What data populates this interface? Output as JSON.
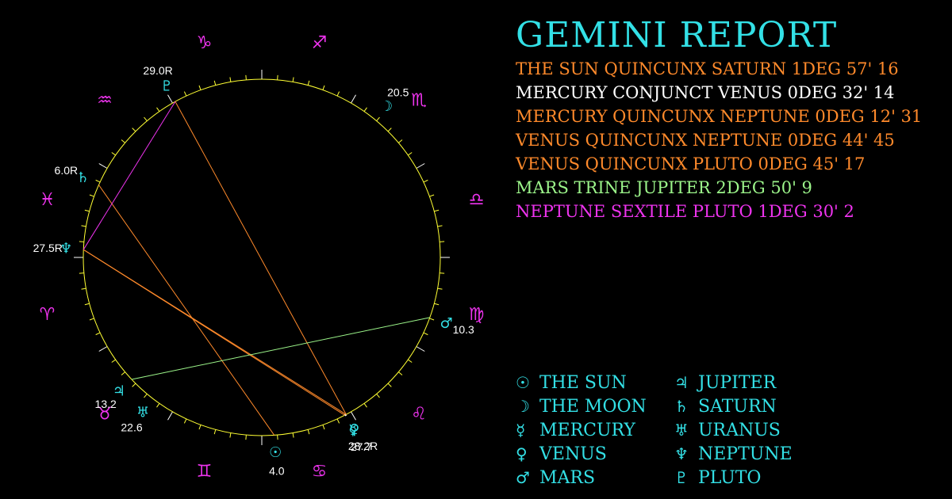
{
  "report": {
    "title": "GEMINI REPORT",
    "aspects": [
      {
        "text": "THE SUN QUINCUNX SATURN 1DEG 57' 16",
        "color": "#ff8a2b"
      },
      {
        "text": "MERCURY CONJUNCT VENUS 0DEG 32' 14",
        "color": "#ffffff"
      },
      {
        "text": "MERCURY QUINCUNX NEPTUNE 0DEG 12' 31",
        "color": "#ff8a2b"
      },
      {
        "text": "VENUS QUINCUNX NEPTUNE 0DEG 44' 45",
        "color": "#ff8a2b"
      },
      {
        "text": "VENUS QUINCUNX PLUTO 0DEG 45' 17",
        "color": "#ff8a2b"
      },
      {
        "text": "MARS TRINE JUPITER 2DEG 50' 9",
        "color": "#9cf58a"
      },
      {
        "text": "NEPTUNE SEXTILE PLUTO 1DEG 30' 2",
        "color": "#ee33ee"
      }
    ]
  },
  "legend": {
    "left": [
      {
        "glyph": "☉",
        "name": "THE SUN",
        "icon": "sun-icon"
      },
      {
        "glyph": "☽",
        "name": "THE MOON",
        "icon": "moon-icon"
      },
      {
        "glyph": "☿",
        "name": "MERCURY",
        "icon": "mercury-icon"
      },
      {
        "glyph": "♀",
        "name": "VENUS",
        "icon": "venus-icon"
      },
      {
        "glyph": "♂",
        "name": "MARS",
        "icon": "mars-icon"
      }
    ],
    "right": [
      {
        "glyph": "♃",
        "name": "JUPITER",
        "icon": "jupiter-icon"
      },
      {
        "glyph": "♄",
        "name": "SATURN",
        "icon": "saturn-icon"
      },
      {
        "glyph": "♅",
        "name": "URANUS",
        "icon": "uranus-icon"
      },
      {
        "glyph": "♆",
        "name": "NEPTUNE",
        "icon": "neptune-icon"
      },
      {
        "glyph": "♇",
        "name": "PLUTO",
        "icon": "pluto-icon"
      }
    ]
  },
  "wheel": {
    "colors": {
      "circle": "#ffff33",
      "sign": "#ee33ee",
      "planet": "#33e0e6",
      "label": "#ffffff"
    },
    "ascendant_longitude": 0,
    "signs": [
      {
        "name": "aries",
        "glyph": "♈"
      },
      {
        "name": "taurus",
        "glyph": "♉"
      },
      {
        "name": "gemini",
        "glyph": "♊"
      },
      {
        "name": "cancer",
        "glyph": "♋"
      },
      {
        "name": "leo",
        "glyph": "♌"
      },
      {
        "name": "virgo",
        "glyph": "♍"
      },
      {
        "name": "libra",
        "glyph": "♎"
      },
      {
        "name": "scorpio",
        "glyph": "♏"
      },
      {
        "name": "sagittarius",
        "glyph": "♐"
      },
      {
        "name": "capricorn",
        "glyph": "♑"
      },
      {
        "name": "aquarius",
        "glyph": "♒"
      },
      {
        "name": "pisces",
        "glyph": "♓"
      }
    ],
    "planets": [
      {
        "id": "sun",
        "glyph": "☉",
        "longitude": 94.0,
        "label": "4.0"
      },
      {
        "id": "moon",
        "glyph": "☽",
        "longitude": 230.5,
        "label": "20.5"
      },
      {
        "id": "mercury",
        "glyph": "☿",
        "longitude": 117.7,
        "label": "27.7"
      },
      {
        "id": "venus",
        "glyph": "♀",
        "longitude": 118.2,
        "label": "28.2R"
      },
      {
        "id": "mars",
        "glyph": "♂",
        "longitude": 160.3,
        "label": "10.3"
      },
      {
        "id": "jupiter",
        "glyph": "♃",
        "longitude": 43.2,
        "label": "13.2"
      },
      {
        "id": "saturn",
        "glyph": "♄",
        "longitude": 336.0,
        "label": "6.0R"
      },
      {
        "id": "uranus",
        "glyph": "♅",
        "longitude": 52.6,
        "label": "22.6"
      },
      {
        "id": "neptune",
        "glyph": "♆",
        "longitude": 357.5,
        "label": "27.5R"
      },
      {
        "id": "pluto",
        "glyph": "♇",
        "longitude": 299.0,
        "label": "29.0R"
      }
    ],
    "aspect_lines": [
      {
        "from": "sun",
        "to": "saturn",
        "color": "#ff8a2b"
      },
      {
        "from": "mercury",
        "to": "venus",
        "color": "#ffffff"
      },
      {
        "from": "mercury",
        "to": "neptune",
        "color": "#ff8a2b"
      },
      {
        "from": "venus",
        "to": "neptune",
        "color": "#ff8a2b"
      },
      {
        "from": "venus",
        "to": "pluto",
        "color": "#ff8a2b"
      },
      {
        "from": "mars",
        "to": "jupiter",
        "color": "#9cf58a"
      },
      {
        "from": "neptune",
        "to": "pluto",
        "color": "#ee33ee"
      }
    ]
  }
}
